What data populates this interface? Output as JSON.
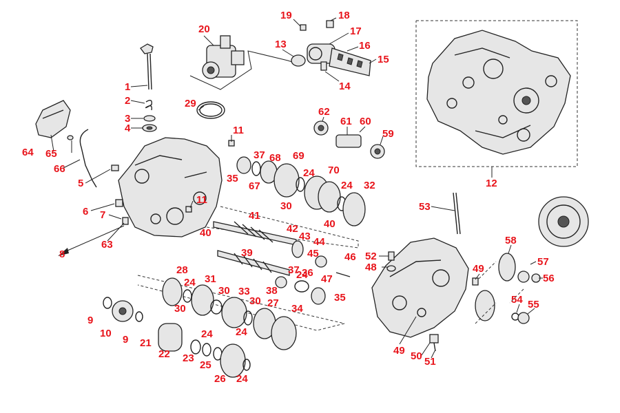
{
  "callout_color": "#e8141b",
  "callouts": [
    {
      "label": "1"
    },
    {
      "label": "2"
    },
    {
      "label": "3"
    },
    {
      "label": "4"
    },
    {
      "label": "5"
    },
    {
      "label": "6"
    },
    {
      "label": "7"
    },
    {
      "label": "8"
    },
    {
      "label": "9"
    },
    {
      "label": "10"
    },
    {
      "label": "9"
    },
    {
      "label": "11"
    },
    {
      "label": "11"
    },
    {
      "label": "12"
    },
    {
      "label": "13"
    },
    {
      "label": "14"
    },
    {
      "label": "15"
    },
    {
      "label": "16"
    },
    {
      "label": "17"
    },
    {
      "label": "18"
    },
    {
      "label": "19"
    },
    {
      "label": "20"
    },
    {
      "label": "21"
    },
    {
      "label": "22"
    },
    {
      "label": "23"
    },
    {
      "label": "24"
    },
    {
      "label": "24"
    },
    {
      "label": "24"
    },
    {
      "label": "24"
    },
    {
      "label": "24"
    },
    {
      "label": "24"
    },
    {
      "label": "24"
    },
    {
      "label": "25"
    },
    {
      "label": "26"
    },
    {
      "label": "27"
    },
    {
      "label": "28"
    },
    {
      "label": "29"
    },
    {
      "label": "30"
    },
    {
      "label": "30"
    },
    {
      "label": "30"
    },
    {
      "label": "30"
    },
    {
      "label": "31"
    },
    {
      "label": "32"
    },
    {
      "label": "33"
    },
    {
      "label": "34"
    },
    {
      "label": "35"
    },
    {
      "label": "35"
    },
    {
      "label": "36"
    },
    {
      "label": "37"
    },
    {
      "label": "37"
    },
    {
      "label": "38"
    },
    {
      "label": "39"
    },
    {
      "label": "40"
    },
    {
      "label": "40"
    },
    {
      "label": "41"
    },
    {
      "label": "42"
    },
    {
      "label": "43"
    },
    {
      "label": "44"
    },
    {
      "label": "45"
    },
    {
      "label": "46"
    },
    {
      "label": "47"
    },
    {
      "label": "48"
    },
    {
      "label": "49"
    },
    {
      "label": "49"
    },
    {
      "label": "50"
    },
    {
      "label": "51"
    },
    {
      "label": "52"
    },
    {
      "label": "53"
    },
    {
      "label": "54"
    },
    {
      "label": "55"
    },
    {
      "label": "56"
    },
    {
      "label": "57"
    },
    {
      "label": "58"
    },
    {
      "label": "59"
    },
    {
      "label": "60"
    },
    {
      "label": "61"
    },
    {
      "label": "62"
    },
    {
      "label": "63"
    },
    {
      "label": "64"
    },
    {
      "label": "65"
    },
    {
      "label": "66"
    },
    {
      "label": "67"
    },
    {
      "label": "68"
    },
    {
      "label": "69"
    },
    {
      "label": "70"
    }
  ]
}
